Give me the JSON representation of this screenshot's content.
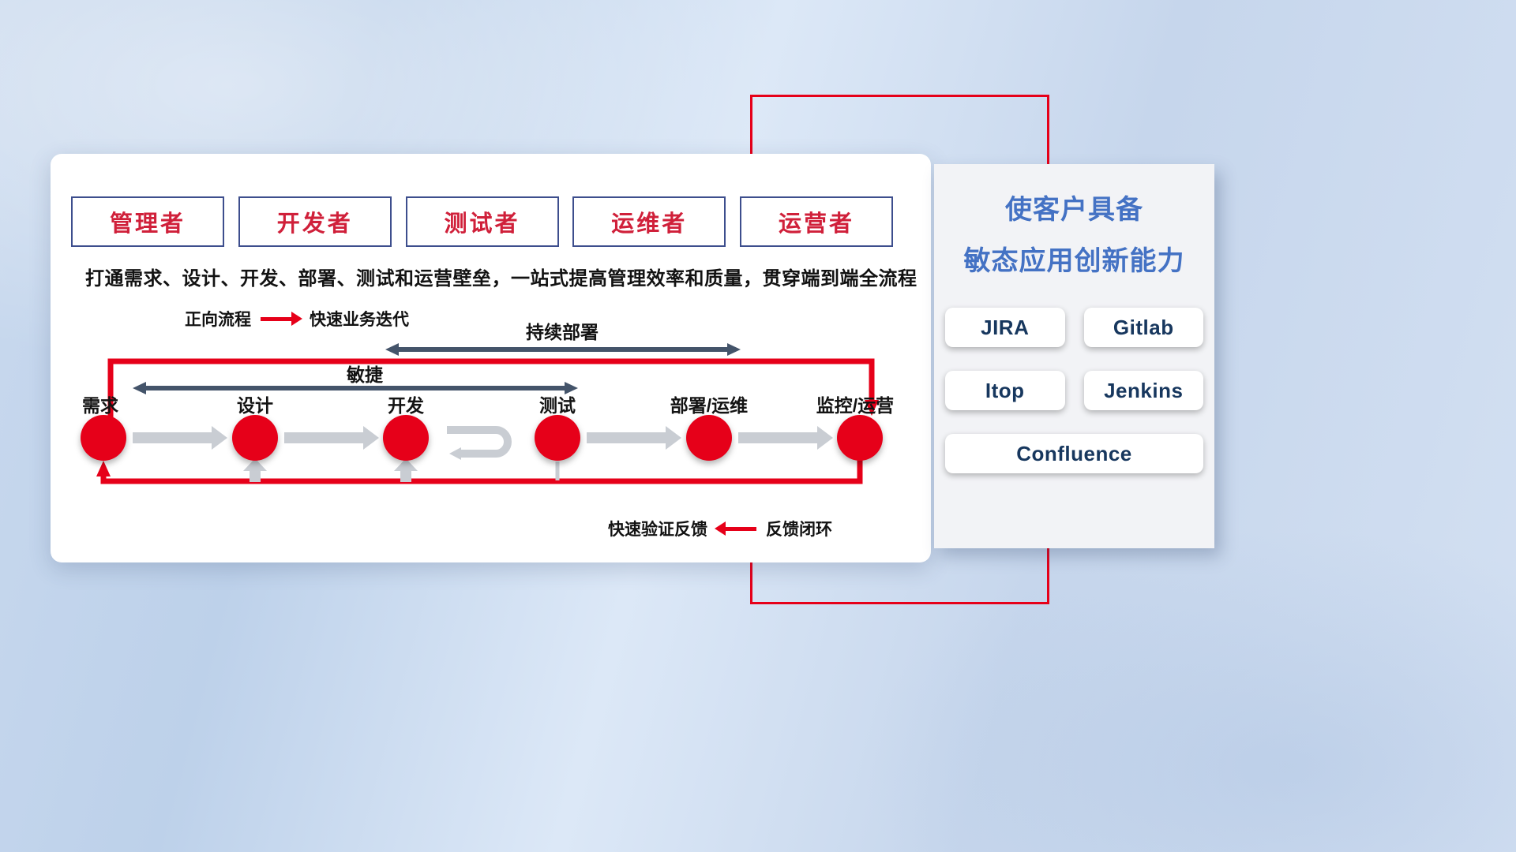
{
  "personas": [
    "管理者",
    "开发者",
    "测试者",
    "运维者",
    "运营者"
  ],
  "subtitle": "打通需求、设计、开发、部署、测试和运营壁垒，一站式提高管理效率和质量，贯穿端到端全流程",
  "legends": {
    "forward_label": "正向流程",
    "forward_desc": "快速业务迭代",
    "feedback_desc": "快速验证反馈",
    "feedback_label": "反馈闭环"
  },
  "flow_arrows": {
    "continuous_deployment": "持续部署",
    "agile": "敏捷"
  },
  "steps": [
    "需求",
    "设计",
    "开发",
    "测试",
    "部署/运维",
    "监控/运营"
  ],
  "side_panel": {
    "title_line1": "使客户具备",
    "title_line2": "敏态应用创新能力",
    "tools": [
      "JIRA",
      "Gitlab",
      "Itop",
      "Jenkins",
      "Confluence"
    ]
  },
  "colors": {
    "red": "#e60019",
    "navy_arrow": "#44546a",
    "title_blue": "#4472c4",
    "tool_text": "#17375e",
    "gray_arrow": "#c9cdd3",
    "persona_text": "#d0203a",
    "persona_border": "#3d4e8d"
  }
}
